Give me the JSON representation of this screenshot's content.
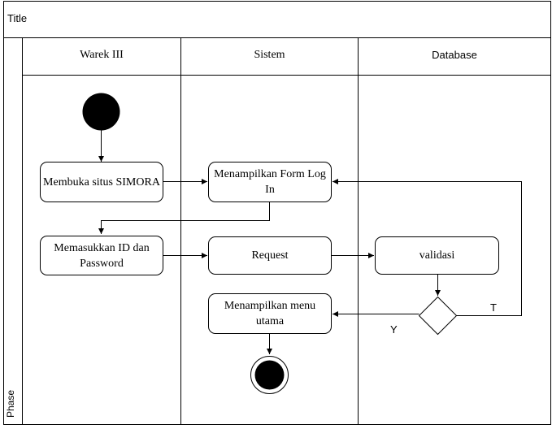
{
  "diagram": {
    "title": "Title",
    "phase_label": "Phase",
    "lanes": [
      {
        "name": "Warek III"
      },
      {
        "name": "Sistem"
      },
      {
        "name": "Database"
      }
    ],
    "nodes": {
      "open_site": "Membuka situs SIMORA",
      "show_login": "Menampilkan Form Log In",
      "enter_credentials": "Memasukkan ID dan Password",
      "request": "Request",
      "validate": "validasi",
      "show_menu": "Menampilkan menu utama"
    },
    "edge_labels": {
      "yes": "Y",
      "no": "T"
    }
  }
}
